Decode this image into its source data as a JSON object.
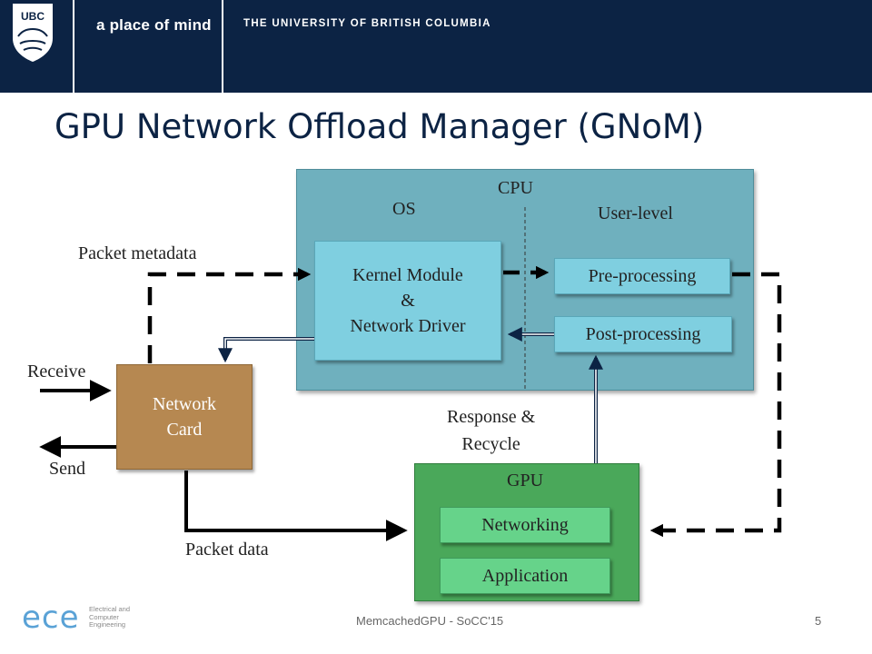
{
  "header": {
    "logo_text": "UBC",
    "tagline": "a place of mind",
    "university": "THE UNIVERSITY OF BRITISH COLUMBIA"
  },
  "slide": {
    "title": "GPU Network Offload Manager (GNoM)"
  },
  "diagram": {
    "cpu_label": "CPU",
    "os_label": "OS",
    "user_level_label": "User-level",
    "kernel_module": [
      "Kernel Module",
      "&",
      "Network Driver"
    ],
    "pre_processing": "Pre-processing",
    "post_processing": "Post-processing",
    "network_card": [
      "Network",
      "Card"
    ],
    "gpu_label": "GPU",
    "networking": "Networking",
    "application": "Application",
    "packet_metadata": "Packet metadata",
    "receive": "Receive",
    "send": "Send",
    "packet_data": "Packet data",
    "response_recycle": [
      "Response &",
      "Recycle"
    ]
  },
  "footer": {
    "text": "MemcachedGPU - SoCC'15",
    "page_number": "5",
    "logo": "ece",
    "logo_sub": [
      "Electrical and",
      "Computer",
      "Engineering"
    ]
  },
  "colors": {
    "header_bg": "#0c2344",
    "cpu_fill": "#6fb0be",
    "kernel_fill": "#7fcfe0",
    "gpu_fill": "#4aa85a",
    "gpu_inner_fill": "#66d38a",
    "card_fill": "#b68851"
  }
}
